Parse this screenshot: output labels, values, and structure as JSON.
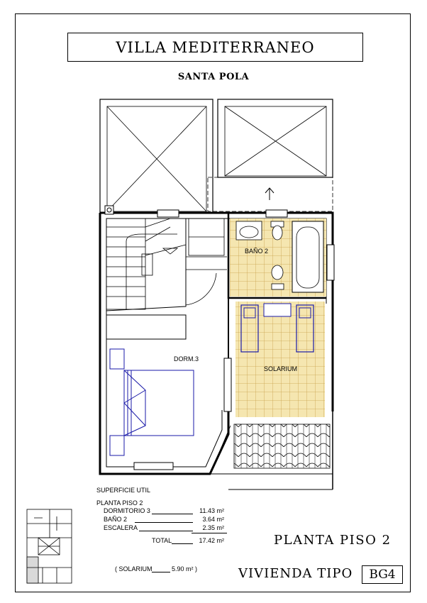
{
  "title": "VILLA MEDITERRANEO",
  "location": "SANTA POLA",
  "rooms": {
    "bano": "BAÑO 2",
    "dorm": "DORM.3",
    "solarium": "SOLARIUM"
  },
  "surface": {
    "heading": "SUPERFICIE UTIL",
    "floor": "PLANTA PISO 2",
    "rows": [
      {
        "label": "DORMITORIO 3",
        "value": "11.43 m²"
      },
      {
        "label": "BAÑO 2",
        "value": "3.64 m²"
      },
      {
        "label": "ESCALERA",
        "value": "2.35 m²"
      }
    ],
    "total_label": "TOTAL",
    "total_value": "17.42 m²",
    "solarium_label": "( SOLARIUM",
    "solarium_value": "5.90 m² )"
  },
  "floor_name": "PLANTA PISO 2",
  "dwelling_label": "VIVIENDA TIPO",
  "dwelling_code": "BG4",
  "colors": {
    "tile": "#f5e6b0",
    "tile_line": "#c9a04a",
    "furniture": "#1a1aa8"
  }
}
